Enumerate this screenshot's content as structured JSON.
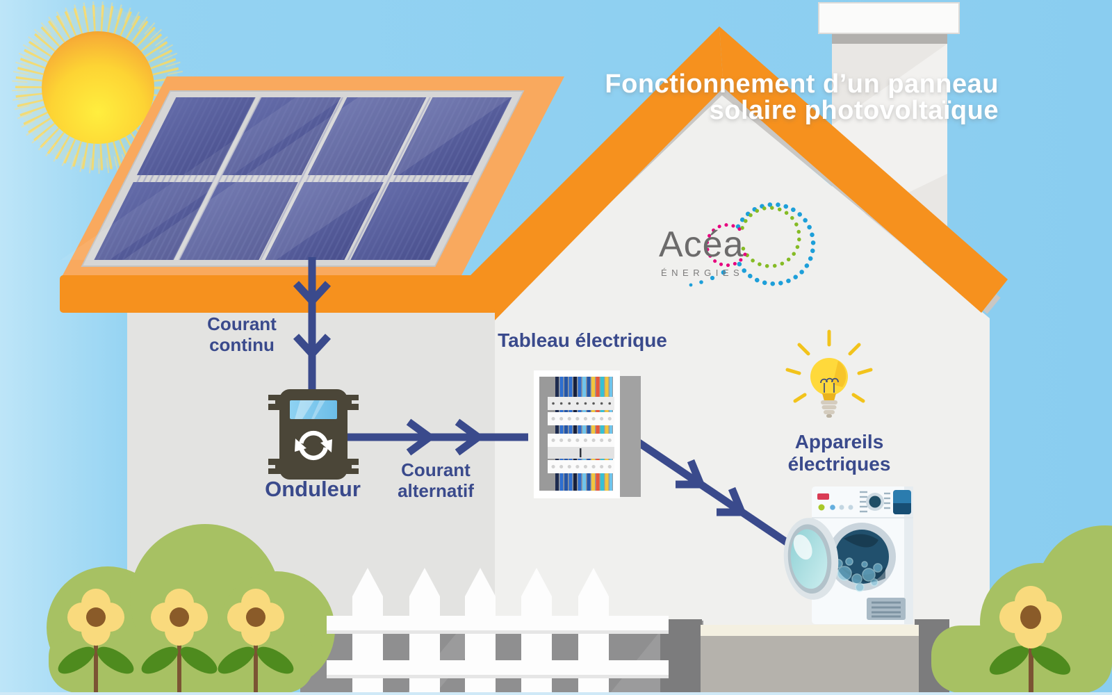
{
  "title": {
    "line1": "Fonctionnement d’un panneau",
    "line2": "solaire photovoltaïque"
  },
  "logo": {
    "brand": "Acéa",
    "subtitle": "ÉNERGIES"
  },
  "labels": {
    "dc_current": "Courant continu",
    "inverter": "Onduleur",
    "ac_current": "Courant alternatif",
    "electrical_panel": "Tableau électrique",
    "appliances": "Appareils électriques"
  },
  "colors": {
    "accent_orange": "#F6911E",
    "light_orange": "#F9A95E",
    "navy": "#3A4A8C",
    "sky_blue": "#8FCFF1",
    "panel_cell_blue": "#545C97",
    "bush_green": "#A7C163",
    "sun_yellow": "#FFD93B",
    "inverter_olive": "#4B4638",
    "logo_pink": "#E6007E",
    "logo_green": "#85BB25",
    "logo_blue": "#1D9FD9"
  }
}
